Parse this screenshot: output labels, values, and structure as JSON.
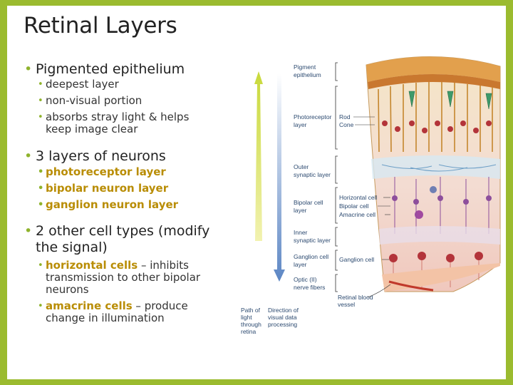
{
  "slide": {
    "title": "Retinal Layers",
    "bullets": [
      {
        "text": "Pigmented epithelium",
        "sub": [
          "deepest layer",
          "non-visual portion",
          "absorbs stray light & helps keep image clear"
        ]
      },
      {
        "text": "3 layers of neurons",
        "sub": [
          "photoreceptor layer",
          "bipolar neuron layer",
          "ganglion neuron layer"
        ]
      },
      {
        "text": "2 other cell types (modify the signal)",
        "sub": [
          {
            "term": "horizontal cells",
            "rest": " – inhibits transmission to other bipolar neurons"
          },
          {
            "term": "amacrine cells",
            "rest": " – produce change in illumination"
          }
        ]
      }
    ]
  },
  "diagram": {
    "layer_labels": {
      "pigment_1": "Pigment",
      "pigment_2": "epithelium",
      "photoreceptor_1": "Photoreceptor",
      "photoreceptor_2": "layer",
      "outer_syn_1": "Outer",
      "outer_syn_2": "synaptic layer",
      "bipolar_1": "Bipolar cell",
      "bipolar_2": "layer",
      "inner_syn_1": "Inner",
      "inner_syn_2": "synaptic layer",
      "ganglion_1": "Ganglion cell",
      "ganglion_2": "layer",
      "optic_1": "Optic (II)",
      "optic_2": "nerve fibers"
    },
    "cell_labels": {
      "rod": "Rod",
      "cone": "Cone",
      "horizontal": "Horizontal cell",
      "bipolar": "Bipolar cell",
      "amacrine": "Amacrine cell",
      "ganglion": "Ganglion cell",
      "vessel_1": "Retinal blood",
      "vessel_2": "vessel"
    },
    "legend": {
      "path_1": "Path of",
      "path_2": "light",
      "path_3": "through",
      "path_4": "retina",
      "dir_1": "Direction of",
      "dir_2": "visual data",
      "dir_3": "processing"
    },
    "colors": {
      "background": "#9bbb2f",
      "bullet": "#8fb32c",
      "highlight": "#b98d05",
      "light_arrow": "#c8d93a",
      "data_arrow": "#5c86c4",
      "label": "#2c4a70"
    }
  }
}
